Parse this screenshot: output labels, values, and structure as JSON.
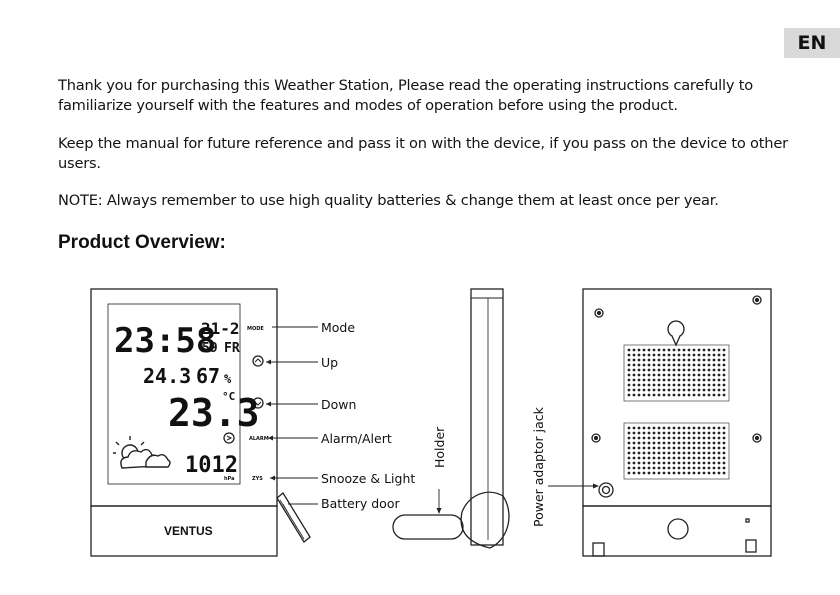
{
  "lang_tab": "EN",
  "paragraphs": {
    "p1": "Thank you for purchasing this Weather Station, Please read the operating instructions carefully to familiarize yourself with the features and modes of operation before using the product.",
    "p2": "Keep the manual for future reference and pass it on with the device, if you pass on the device to other users.",
    "p3": "NOTE: Always remember to use high quality batteries & change them at least once per year."
  },
  "heading": "Product Overview:",
  "front": {
    "brand": "VENTUS",
    "button_labels": {
      "mode": "MODE",
      "alarm": "ALARM",
      "snooze": "ZYS"
    },
    "display": {
      "time": "23:58",
      "date": "21-2",
      "seconds": "59",
      "weekday": "FR",
      "outdoor_temp": "24.3",
      "humidity": "67",
      "humidity_unit": "%",
      "indoor_temp": "23.3",
      "temp_unit": "°C",
      "pressure": "1012",
      "pressure_unit": "hPa"
    }
  },
  "callouts": {
    "mode": "Mode",
    "up": "Up",
    "down": "Down",
    "alarm": "Alarm/Alert",
    "snooze": "Snooze & Light",
    "battery": "Battery door",
    "holder": "Holder",
    "power": "Power adaptor jack"
  }
}
